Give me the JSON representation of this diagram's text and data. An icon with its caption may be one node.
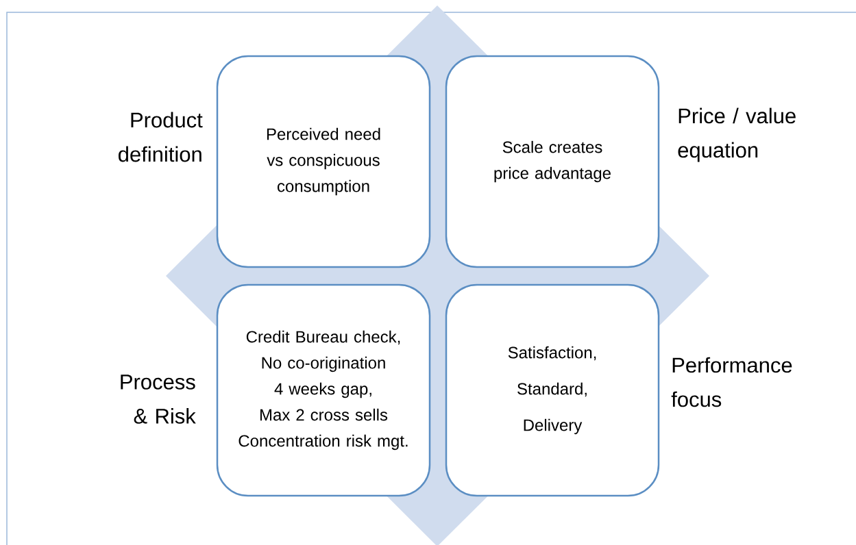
{
  "diagram": {
    "nodes": [
      {
        "text": [
          "Product definition",
          "Perceived need vs conspicuous consumption"
        ]
      },
      {
        "text": [
          "Scale creates price advantage",
          "Price / value equation"
        ]
      },
      {
        "text": [
          "Process & Risk",
          "Credit Bureau check, No co-origination 4 weeks gap, Max 2 cross sells Concentration risk mgt."
        ]
      },
      {
        "text": [
          "Satisfaction, Standard, Delivery",
          "Performance focus"
        ]
      }
    ]
  }
}
